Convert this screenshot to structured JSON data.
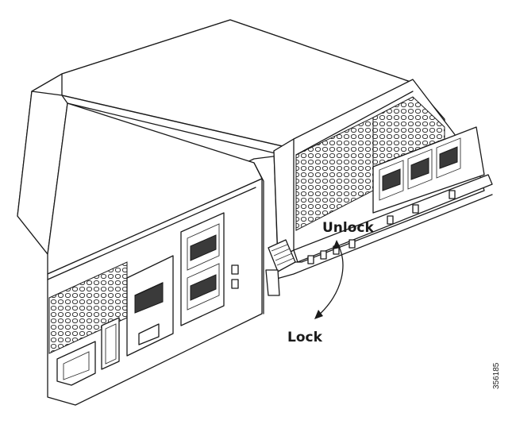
{
  "labels": {
    "unlock": "Unlock",
    "lock": "Lock",
    "figure_id": "356185"
  },
  "colors": {
    "line": "#1a1a1a",
    "background": "#ffffff",
    "port_fill": "#3a3a3a"
  }
}
